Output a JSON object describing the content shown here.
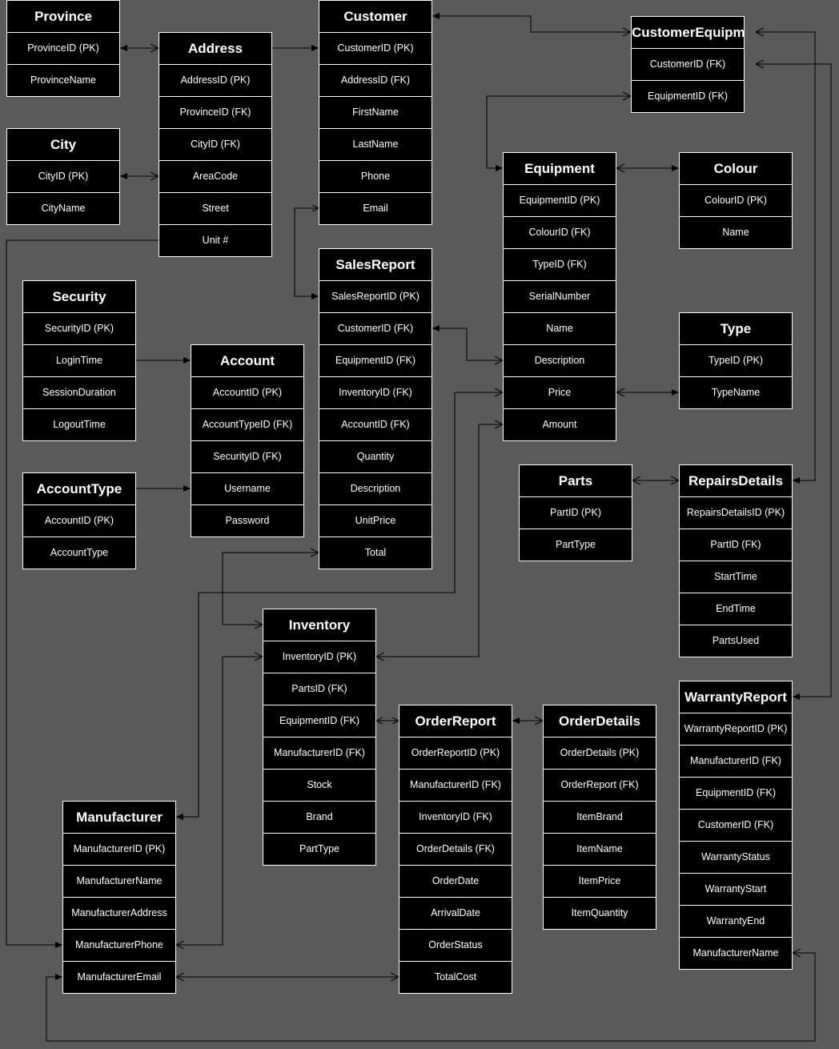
{
  "entities": {
    "province": {
      "title": "Province",
      "fields": [
        "ProvinceID (PK)",
        "ProvinceName"
      ]
    },
    "city": {
      "title": "City",
      "fields": [
        "CityID (PK)",
        "CityName"
      ]
    },
    "address": {
      "title": "Address",
      "fields": [
        "AddressID (PK)",
        "ProvinceID (FK)",
        "CityID (FK)",
        "AreaCode",
        "Street",
        "Unit #"
      ]
    },
    "customer": {
      "title": "Customer",
      "fields": [
        "CustomerID (PK)",
        "AddressID (FK)",
        "FirstName",
        "LastName",
        "Phone",
        "Email"
      ]
    },
    "customer_equipment": {
      "title": "CustomerEquipmen",
      "fields": [
        "CustomerID (FK)",
        "EquipmentID (FK)"
      ]
    },
    "equipment": {
      "title": "Equipment",
      "fields": [
        "EquipmentID (PK)",
        "ColourID (FK)",
        "TypeID (FK)",
        "SerialNumber",
        "Name",
        "Description",
        "Price",
        "Amount"
      ]
    },
    "colour": {
      "title": "Colour",
      "fields": [
        "ColourID (PK)",
        "Name"
      ]
    },
    "type": {
      "title": "Type",
      "fields": [
        "TypeID (PK)",
        "TypeName"
      ]
    },
    "sales_report": {
      "title": "SalesReport",
      "fields": [
        "SalesReportID (PK)",
        "CustomerID (FK)",
        "EquipmentID (FK)",
        "InventoryID (FK)",
        "AccountID (FK)",
        "Quantity",
        "Description",
        "UnitPrice",
        "Total"
      ]
    },
    "security": {
      "title": "Security",
      "fields": [
        "SecurityID (PK)",
        "LoginTime",
        "SessionDuration",
        "LogoutTime"
      ]
    },
    "account": {
      "title": "Account",
      "fields": [
        "AccountID (PK)",
        "AccountTypeID (FK)",
        "SecurityID (FK)",
        "Username",
        "Password"
      ]
    },
    "account_type": {
      "title": "AccountType",
      "fields": [
        "AccountID (PK)",
        "AccountType"
      ]
    },
    "parts": {
      "title": "Parts",
      "fields": [
        "PartID (PK)",
        "PartType"
      ]
    },
    "repairs_details": {
      "title": "RepairsDetails",
      "fields": [
        "RepairsDetailsID (PK)",
        "PartID (FK)",
        "StartTime",
        "EndTime",
        "PartsUsed"
      ]
    },
    "inventory": {
      "title": "Inventory",
      "fields": [
        "InventoryID (PK)",
        "PartsID (FK)",
        "EquipmentID (FK)",
        "ManufacturerID (FK)",
        "Stock",
        "Brand",
        "PartType"
      ]
    },
    "order_report": {
      "title": "OrderReport",
      "fields": [
        "OrderReportID (PK)",
        "ManufacturerID (FK)",
        "InventoryID (FK)",
        "OrderDetails (FK)",
        "OrderDate",
        "ArrivalDate",
        "OrderStatus",
        "TotalCost"
      ]
    },
    "order_details": {
      "title": "OrderDetails",
      "fields": [
        "OrderDetails (PK)",
        "OrderReport (FK)",
        "ItemBrand",
        "ItemName",
        "ItemPrice",
        "ItemQuantity"
      ]
    },
    "warranty_report": {
      "title": "WarrantyReport",
      "fields": [
        "WarrantyReportID (PK)",
        "ManufacturerID (FK)",
        "EquipmentID (FK)",
        "CustomerID (FK)",
        "WarrantyStatus",
        "WarrantyStart",
        "WarrantyEnd",
        "ManufacturerName"
      ]
    },
    "manufacturer": {
      "title": "Manufacturer",
      "fields": [
        "ManufacturerID (PK)",
        "ManufacturerName",
        "ManufacturerAddress",
        "ManufacturerPhone",
        "ManufacturerEmail"
      ]
    }
  },
  "colors": {
    "background": "#5a5a5a",
    "entity_fill": "#000000",
    "entity_border": "#ffffff",
    "connector": "#000000"
  }
}
